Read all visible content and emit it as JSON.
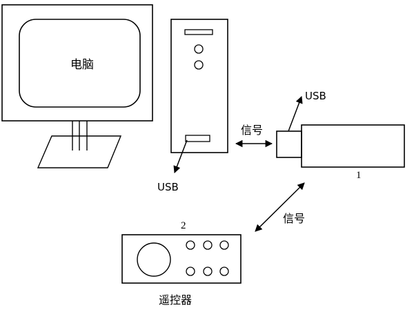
{
  "computer": {
    "screen_label": "电脑"
  },
  "tower": {
    "usb_label": "USB"
  },
  "signal_labels": {
    "tower_to_dongle": "信号",
    "remote_to_dongle": "信号"
  },
  "dongle": {
    "usb_label": "USB",
    "number": "1"
  },
  "remote": {
    "number": "2",
    "caption": "遥控器"
  }
}
